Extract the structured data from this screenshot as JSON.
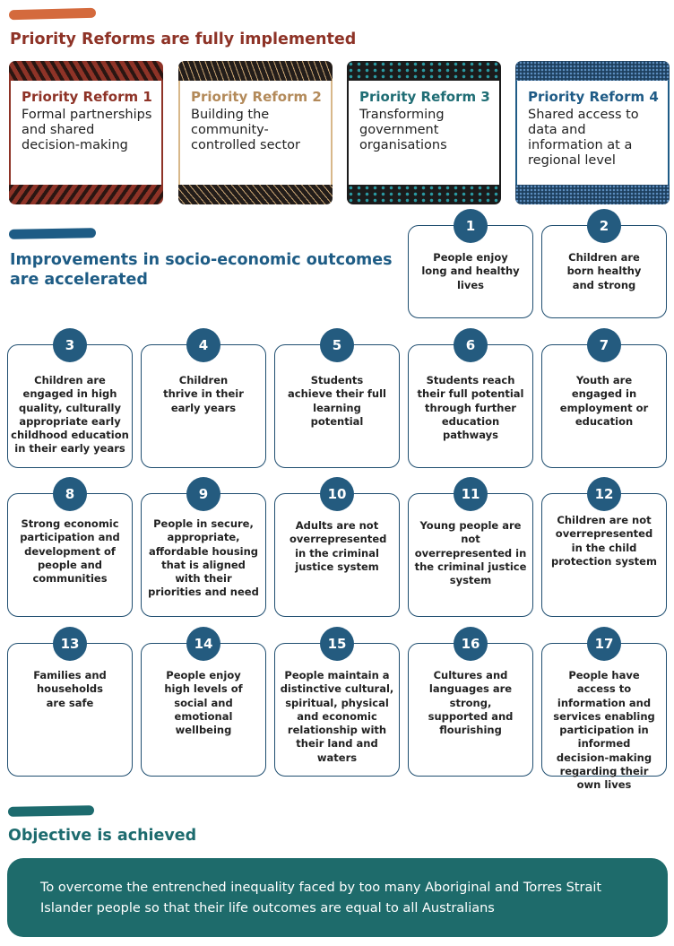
{
  "section1": {
    "title": "Priority Reforms are fully implemented"
  },
  "reforms": [
    {
      "title": "Priority Reform 1",
      "desc": "Formal partnerships and shared decision-making"
    },
    {
      "title": "Priority Reform 2",
      "desc": "Building the community-controlled sector"
    },
    {
      "title": "Priority Reform 3",
      "desc": "Transforming government organisations"
    },
    {
      "title": "Priority Reform 4",
      "desc": "Shared access to data and information at a regional level"
    }
  ],
  "section2": {
    "title_line1": "Improvements in socio-economic outcomes",
    "title_line2": "are accelerated"
  },
  "outcomes": [
    {
      "number": "1",
      "text": "People enjoy long and healthy lives"
    },
    {
      "number": "2",
      "text": "Children are born healthy and strong"
    },
    {
      "number": "3",
      "text": "Children are engaged in high quality, culturally appropriate early childhood education in their early years"
    },
    {
      "number": "4",
      "text": "Children thrive in their early years"
    },
    {
      "number": "5",
      "text": "Students achieve their full learning potential"
    },
    {
      "number": "6",
      "text": "Students reach their full potential through further education pathways"
    },
    {
      "number": "7",
      "text": "Youth are engaged in employment or education"
    },
    {
      "number": "8",
      "text": "Strong economic participation and development of people and communities"
    },
    {
      "number": "9",
      "text": "People in secure, appropriate, affordable housing that is aligned with their priorities and need"
    },
    {
      "number": "10",
      "text": "Adults are not overrepresented in the criminal justice system"
    },
    {
      "number": "11",
      "text": "Young people are not overrepresented in the criminal justice system"
    },
    {
      "number": "12",
      "text": "Children are not overrepresented in the child protection system"
    },
    {
      "number": "13",
      "text": "Families and households are safe"
    },
    {
      "number": "14",
      "text": "People enjoy high levels of social and emotional wellbeing"
    },
    {
      "number": "15",
      "text": "People maintain a distinctive cultural, spiritual, physical and economic relationship with their land and waters"
    },
    {
      "number": "16",
      "text": "Cultures and languages are strong, supported and flourishing"
    },
    {
      "number": "17",
      "text": "People have access to information and services enabling participation in informed decision-making regarding their own lives"
    }
  ],
  "section3": {
    "title": "Objective is achieved"
  },
  "objective": {
    "text": "To overcome the entrenched inequality faced by too many Aboriginal and Torres Strait Islander people so that their life outcomes are equal to all Australians"
  },
  "colors": {
    "reform1": "#8e3327",
    "reform2": "#b38a5a",
    "reform3": "#1f6d74",
    "reform4": "#1f5b86",
    "brush_orange": "#d46a3d",
    "brush_blue": "#1e5c85",
    "brush_teal": "#1d6b6e",
    "outcome_circle": "#245b7f",
    "objective_box": "#1e6b6b",
    "title1": "#8e3327",
    "title2": "#1e5c85",
    "title3": "#1d6b6e"
  }
}
